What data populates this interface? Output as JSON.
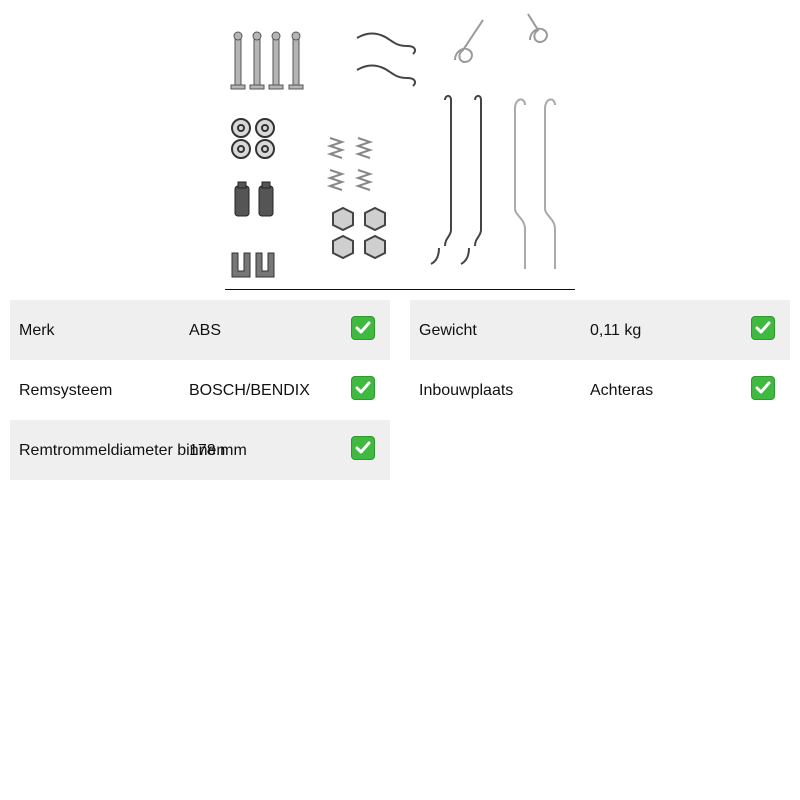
{
  "product": {
    "image_alt_icon": "brake-shoe-accessory-kit-image"
  },
  "colors": {
    "row_shade": "#efefef",
    "check_green": "#3fb93f",
    "part_grey": "#9a9a9a",
    "part_dark": "#333333"
  },
  "specs": {
    "left": [
      {
        "label": "Merk",
        "value": "ABS",
        "status_icon": "check-mark-icon"
      },
      {
        "label": "Remsysteem",
        "value": "BOSCH/BENDIX",
        "status_icon": "check-mark-icon"
      },
      {
        "label": "Remtrommeldiameter binnen",
        "value": "178 mm",
        "status_icon": "check-mark-icon"
      }
    ],
    "right": [
      {
        "label": "Gewicht",
        "value": "0,11 kg",
        "status_icon": "check-mark-icon"
      },
      {
        "label": "Inbouwplaats",
        "value": "Achteras",
        "status_icon": "check-mark-icon"
      }
    ]
  }
}
